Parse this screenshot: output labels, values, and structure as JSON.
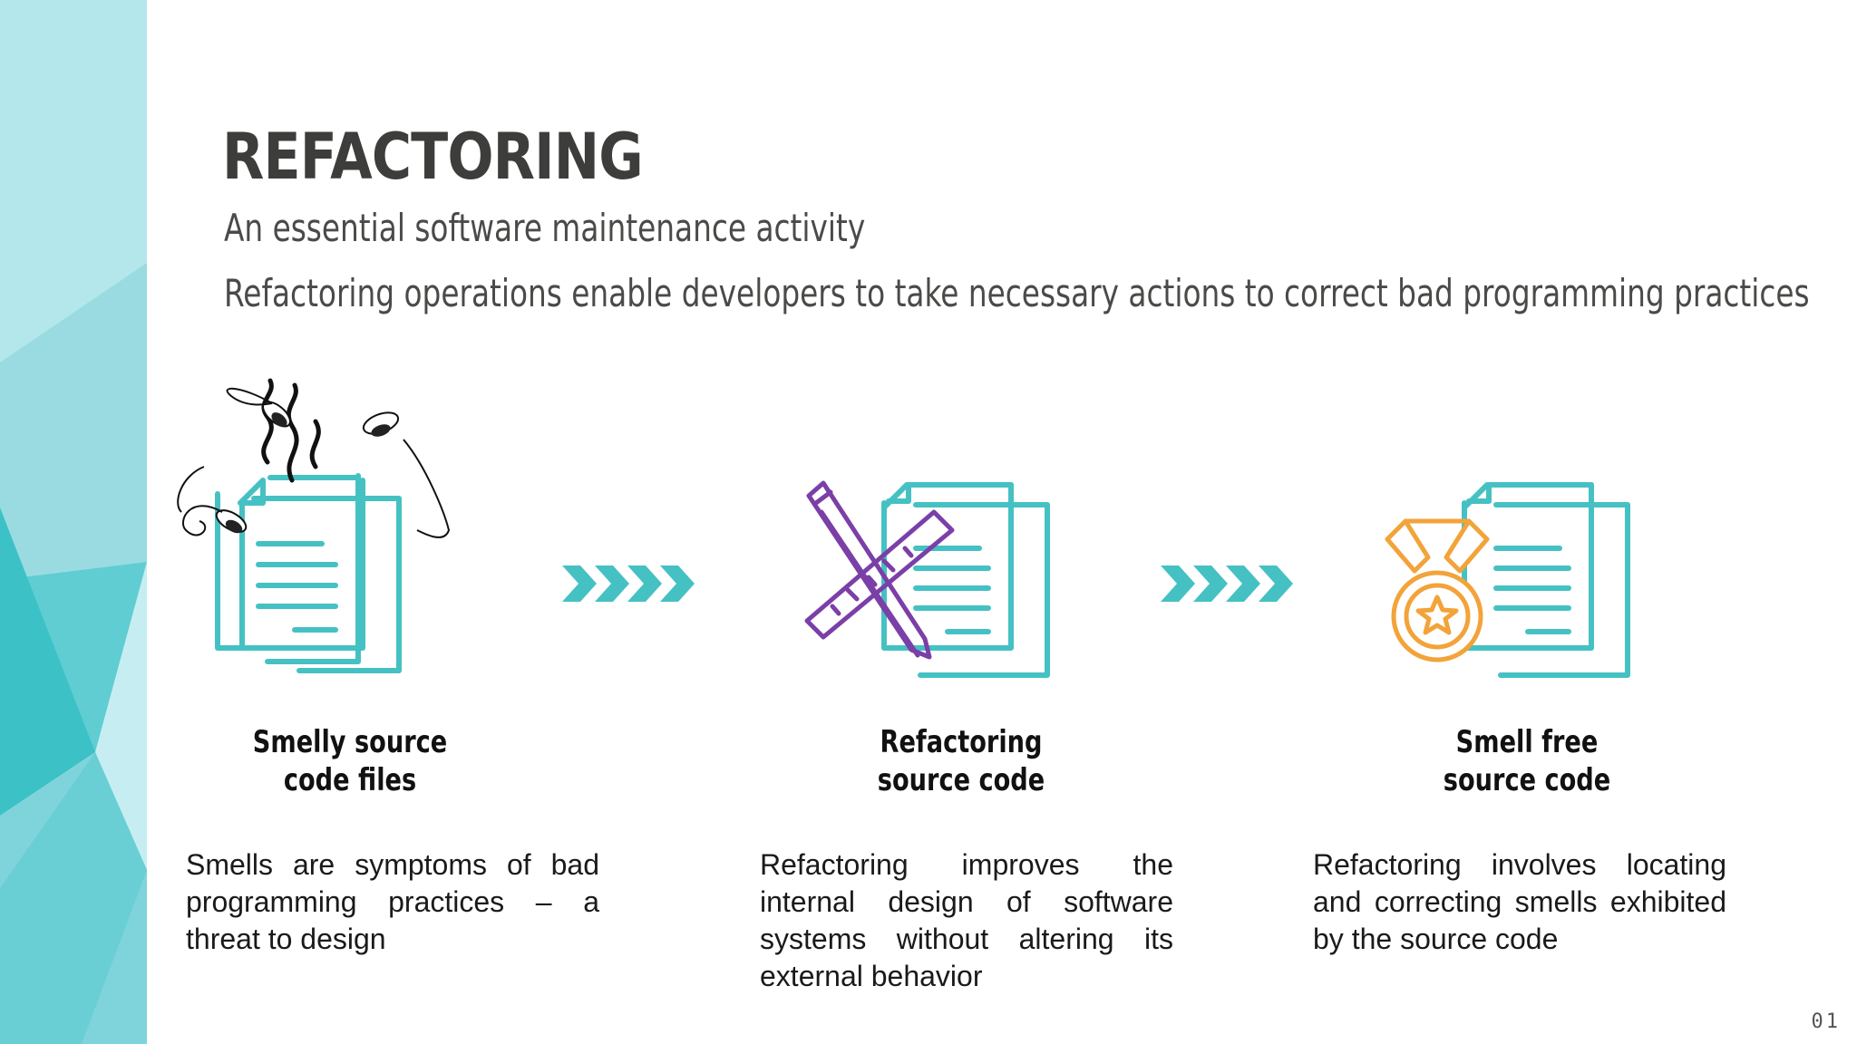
{
  "slide": {
    "title": "REFACTORING",
    "subtitle_1": "An essential software maintenance activity",
    "subtitle_2": "Refactoring operations enable developers to take necessary actions to correct bad programming practices",
    "page_number": "01"
  },
  "steps": [
    {
      "label_line1": "Smelly source",
      "label_line2": "code files",
      "description": "Smells are symptoms of bad programming practices – a threat to design",
      "icon": "smelly-document-icon"
    },
    {
      "label_line1": "Refactoring",
      "label_line2": "source code",
      "description": "Refactoring improves the internal design of software systems without altering its external behavior",
      "icon": "document-pencil-ruler-icon"
    },
    {
      "label_line1": "Smell free",
      "label_line2": "source code",
      "description": "Refactoring involves locating and correcting smells exhibited by the source code",
      "icon": "document-medal-icon"
    }
  ],
  "colors": {
    "teal": "#45c1c3",
    "purple": "#7b3fa8",
    "orange": "#f2a33a",
    "sidebar_light": "#bfe9ee",
    "sidebar_mid": "#8fd8df",
    "sidebar_dark": "#3cc2c6"
  }
}
